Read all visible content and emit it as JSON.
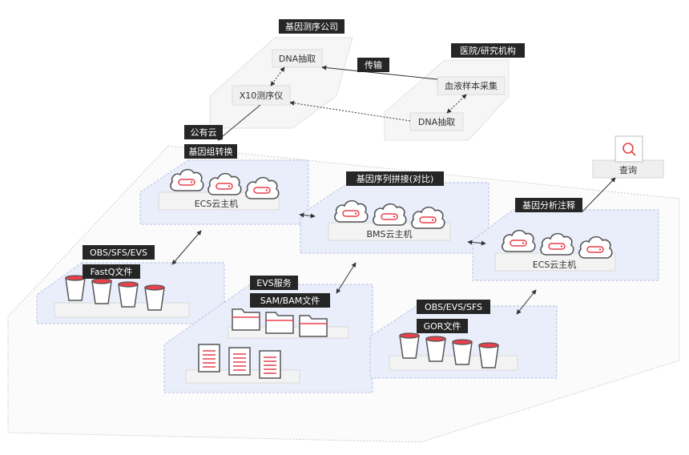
{
  "sequencing_company": {
    "title": "基因测序公司",
    "dna_extract": "DNA抽取",
    "sequencer": "X10测序仪"
  },
  "hospital": {
    "title": "医院/研究机构",
    "blood_sample": "血液样本采集",
    "dna_extract": "DNA抽取"
  },
  "transfer_label": "传输",
  "public_cloud": {
    "title": "公有云",
    "genome_conversion": {
      "title": "基因组转换",
      "host": "ECS云主机"
    },
    "alignment": {
      "title": "基因序列拼接(对比)",
      "host": "BMS云主机"
    },
    "annotation": {
      "title": "基因分析注释",
      "host": "ECS云主机"
    },
    "query": "查询",
    "fastq_storage": {
      "service": "OBS/SFS/EVS",
      "file": "FastQ文件"
    },
    "sam_storage": {
      "service": "EVS服务",
      "file": "SAM/BAM文件"
    },
    "gor_storage": {
      "service": "OBS/EVS/SFS",
      "file": "GOR文件"
    }
  },
  "colors": {
    "accent": "#e8414b",
    "tag_bg": "#262626",
    "zone_fill": "#e9eefa",
    "zone_border": "#b6c3e3"
  }
}
